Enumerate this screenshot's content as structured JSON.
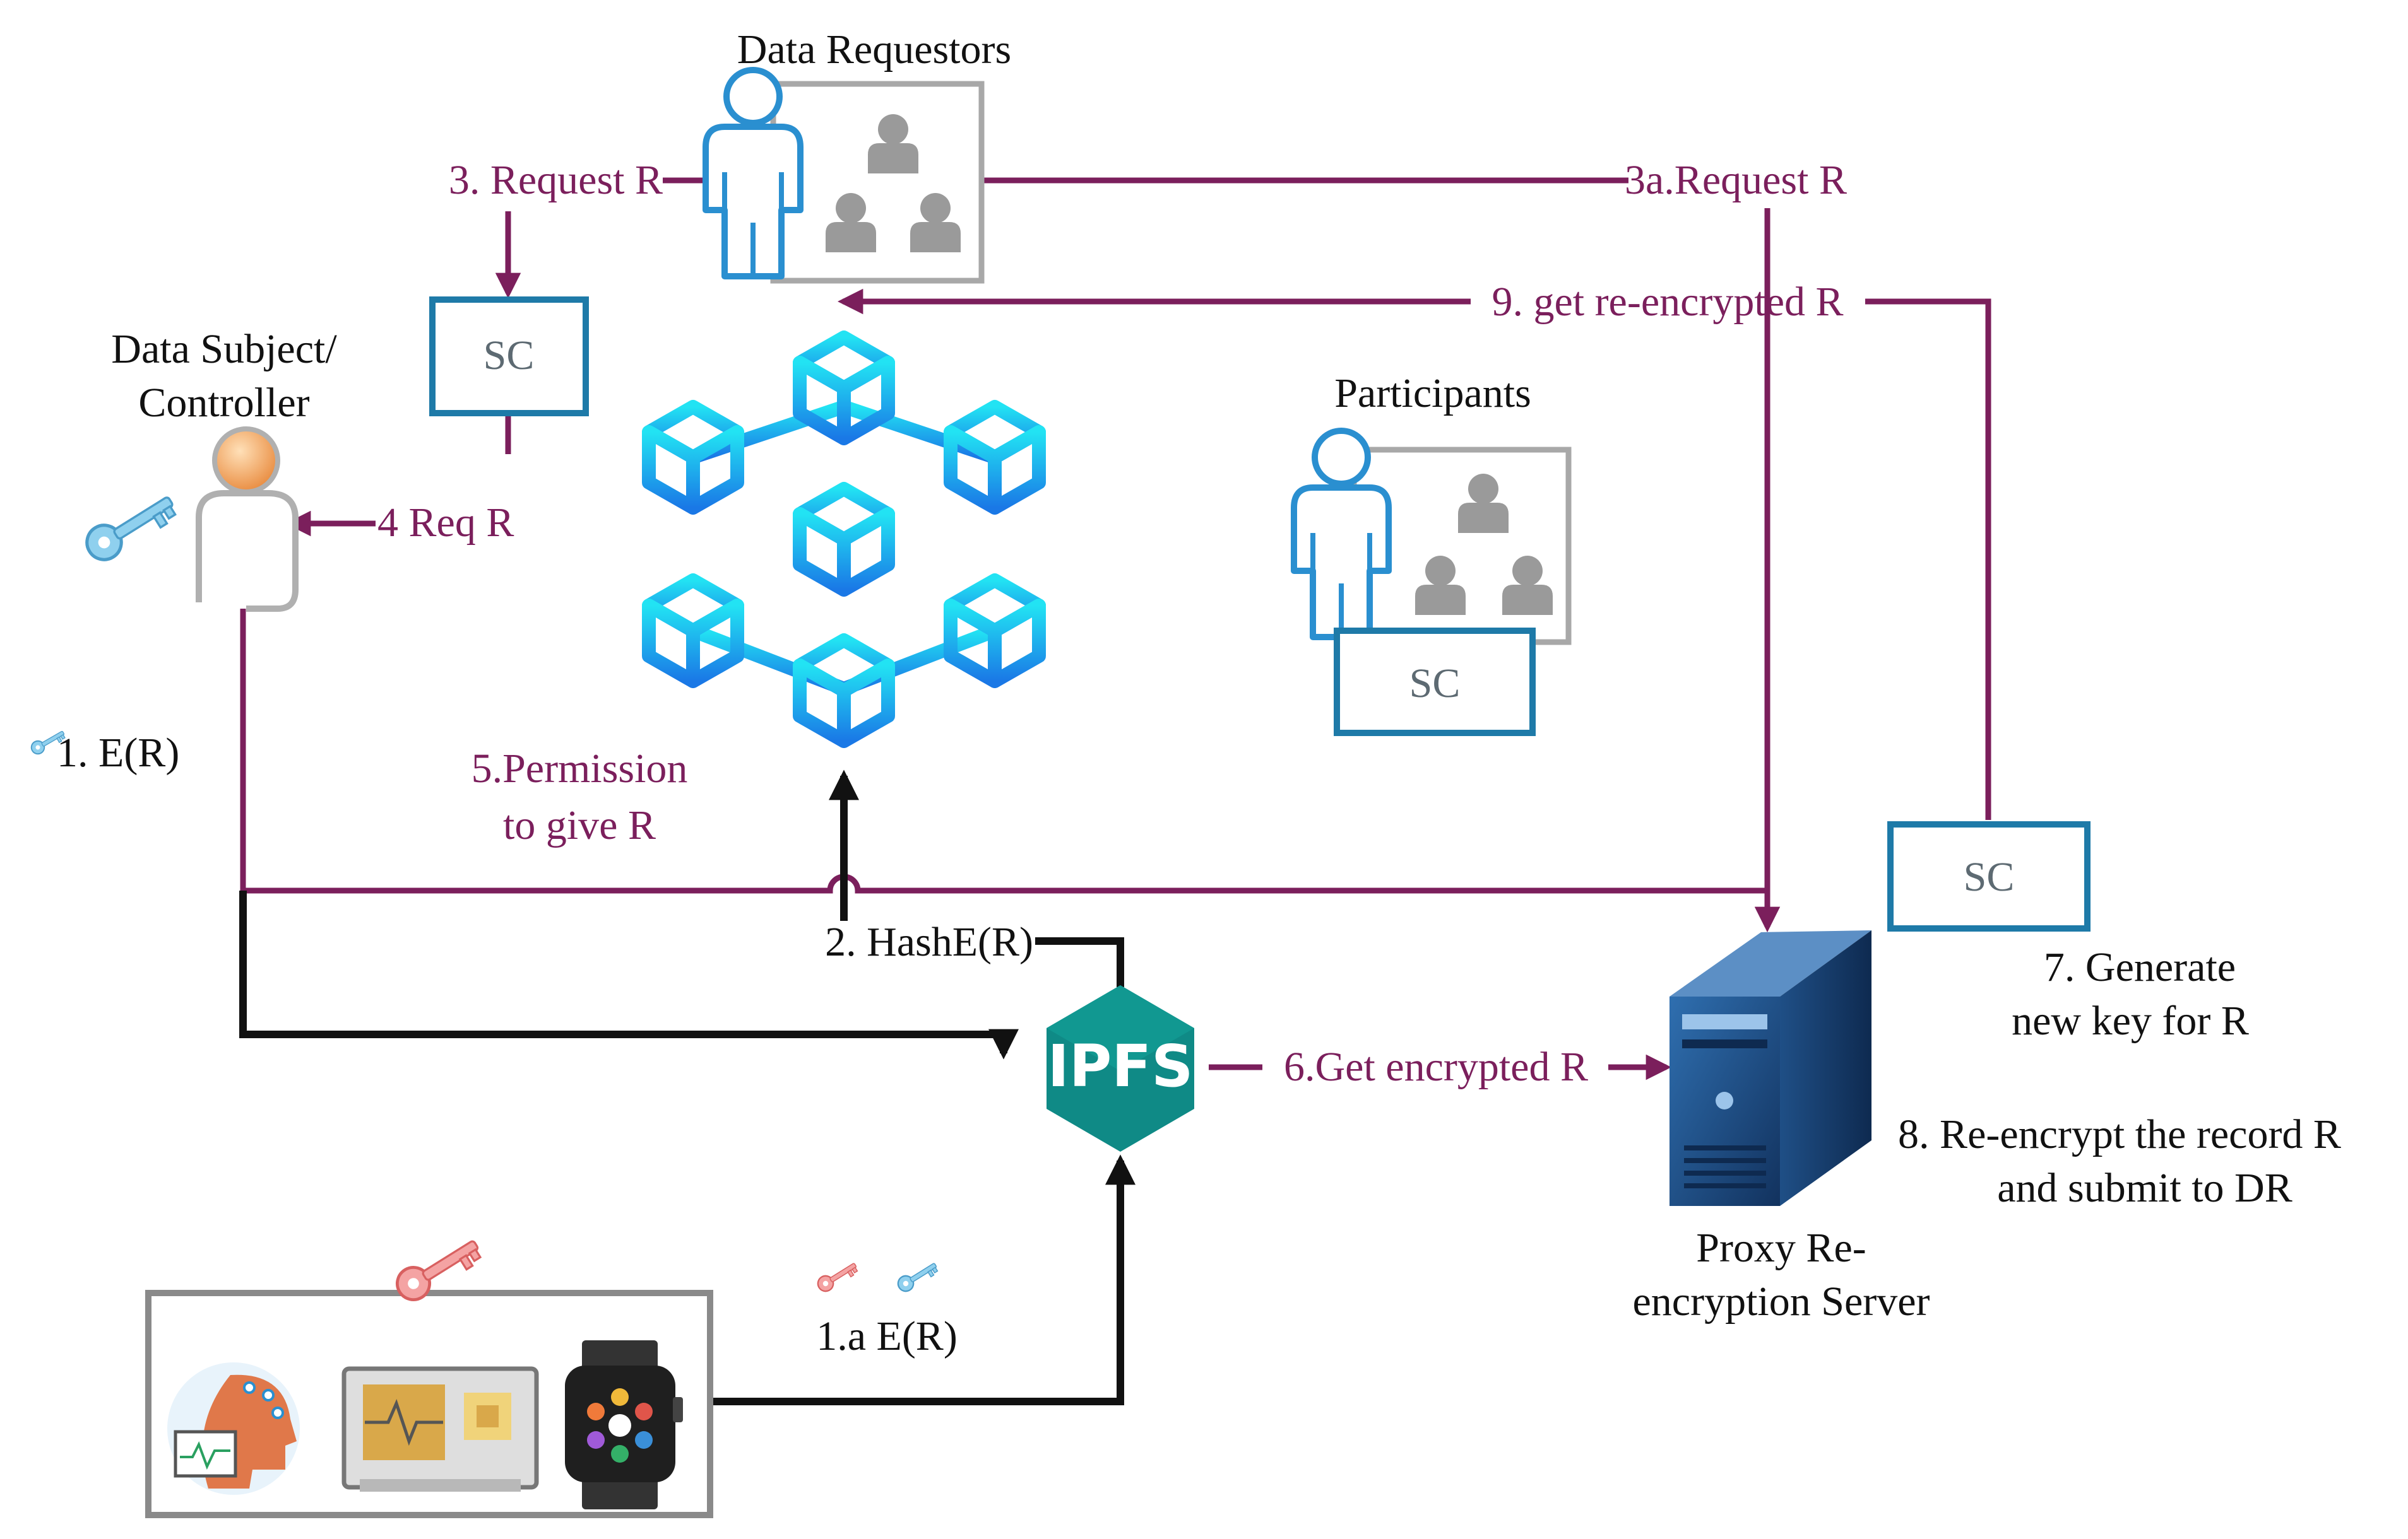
{
  "actors": {
    "data_requestors": "Data Requestors",
    "data_subject_line1": "Data Subject/",
    "data_subject_line2": "Controller",
    "participants": "Participants",
    "proxy_line1": "Proxy Re-",
    "proxy_line2": "encryption Server"
  },
  "smart_contracts": {
    "sc_left": "SC",
    "sc_participants": "SC",
    "sc_right": "SC"
  },
  "ipfs_label": "IPFS",
  "steps": {
    "s1": "1. E(R)",
    "s1a": "1.a E(R)",
    "s2": "2. HashE(R)",
    "s3": "3. Request R",
    "s3a": "3a.Request R",
    "s4": "4 Req R",
    "s5_line1": "5.Permission",
    "s5_line2": "to give R",
    "s6": "6.Get encrypted R",
    "s7_line1": "7. Generate",
    "s7_line2": "new key for R",
    "s8_line1": "8. Re-encrypt the record R",
    "s8_line2": "and submit to DR",
    "s9": "9. get re-encrypted R"
  },
  "colors": {
    "flow_purple": "#7b1f5c",
    "flow_black": "#111111",
    "sc_border": "#1e7aa8",
    "person_blue": "#2a8fd0",
    "group_gray": "#9a9a9a",
    "ipfs_teal": "#0f8a86",
    "blockchain_cyan": "#18b8ee",
    "server_navy": "#1f4f86",
    "key_blue": "#7ec3e6",
    "key_red": "#e86a6a"
  },
  "icons": [
    "person-icon",
    "group-icon",
    "blockchain-icon",
    "ipfs-hexagon-icon",
    "server-icon",
    "key-icon",
    "smartwatch-icon",
    "monitor-icon",
    "patient-head-icon"
  ]
}
